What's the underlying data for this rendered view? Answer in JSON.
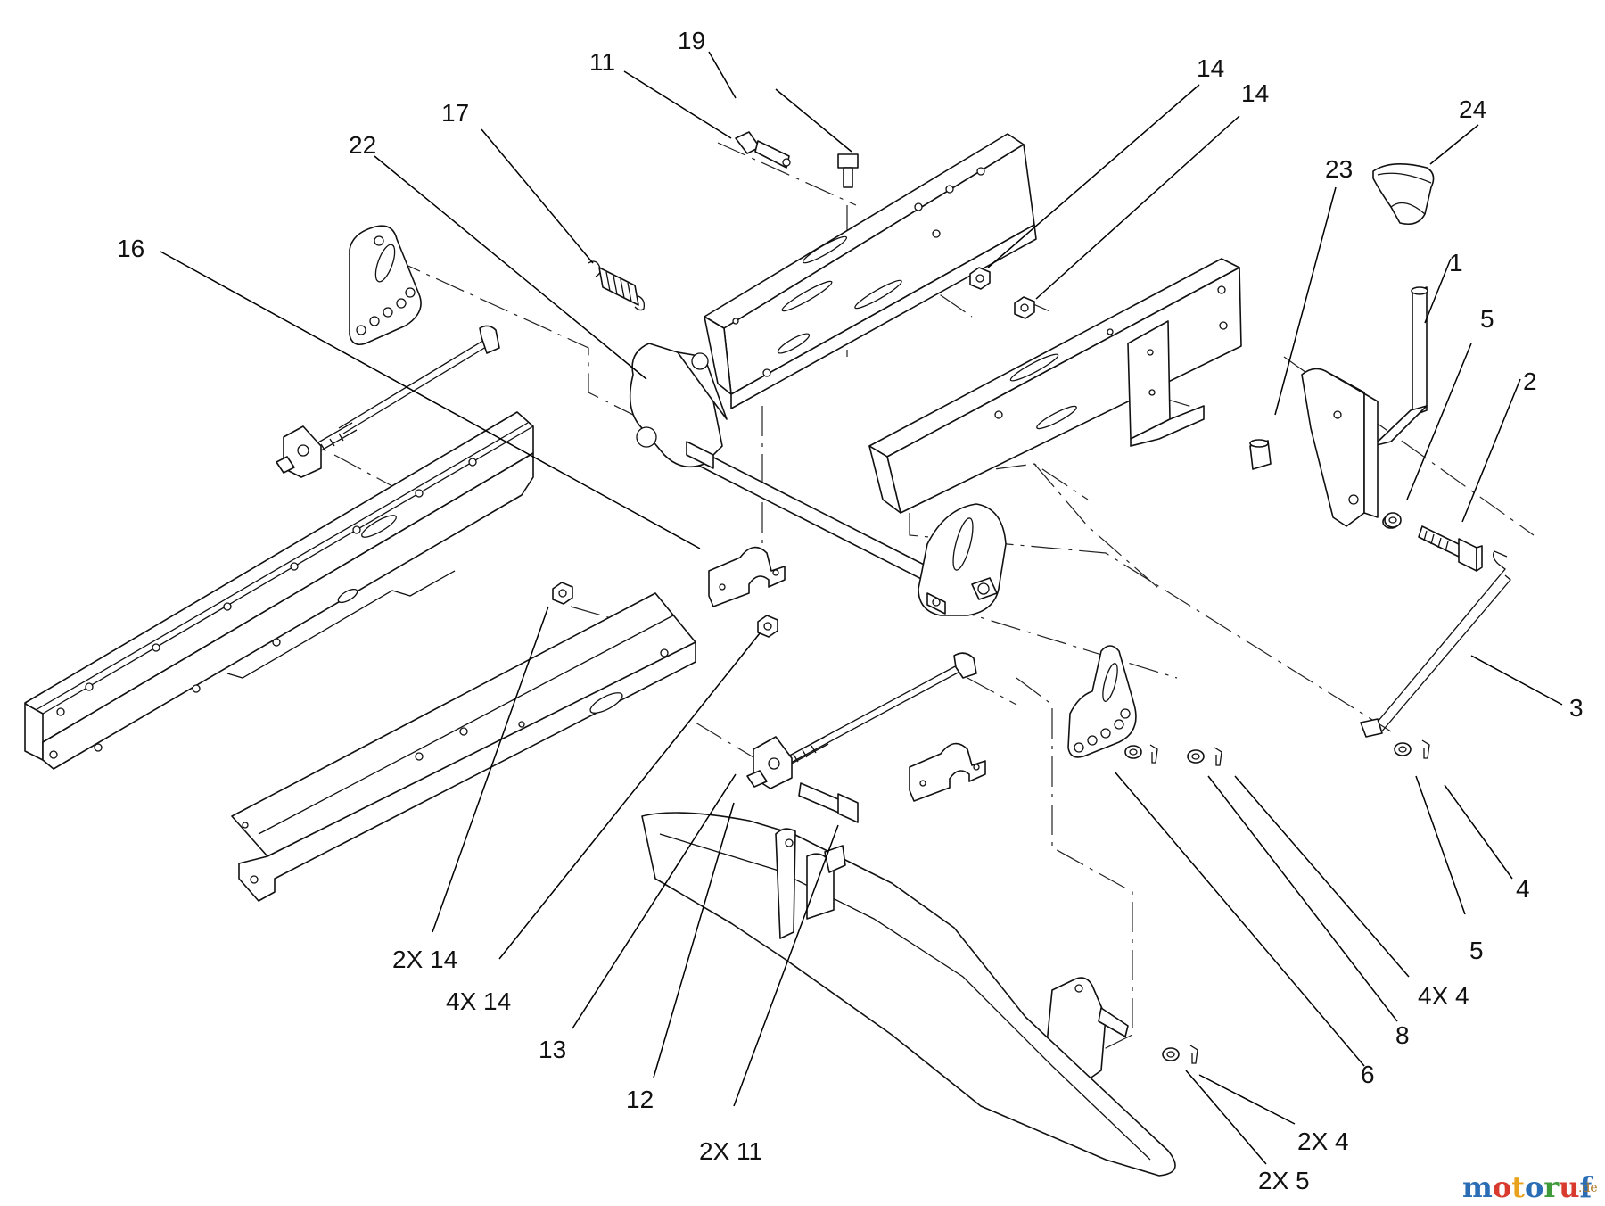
{
  "callouts": {
    "c19": "19",
    "c11_top": "11",
    "c17": "17",
    "c22": "22",
    "c16": "16",
    "c14_a": "14",
    "c14_b": "14",
    "c24": "24",
    "c23": "23",
    "c1": "1",
    "c5_top": "5",
    "c2": "2",
    "c3": "3",
    "c4": "4",
    "c5_bottom": "5",
    "c4x4": "4X 4",
    "c8": "8",
    "c6": "6",
    "c2x4": "2X 4",
    "c2x5": "2X 5",
    "c2x11": "2X 11",
    "c12": "12",
    "c13": "13",
    "c4x14": "4X 14",
    "c2x14": "2X 14"
  },
  "watermark": {
    "letters": [
      "m",
      "o",
      "t",
      "o",
      "r",
      "u",
      "f"
    ],
    "letter_colors": [
      "#2a6db5",
      "#d83a2e",
      "#e8a21b",
      "#2a6db5",
      "#3f9a3a",
      "#d83a2e",
      "#2a6db5"
    ],
    "suffix": ".de"
  }
}
